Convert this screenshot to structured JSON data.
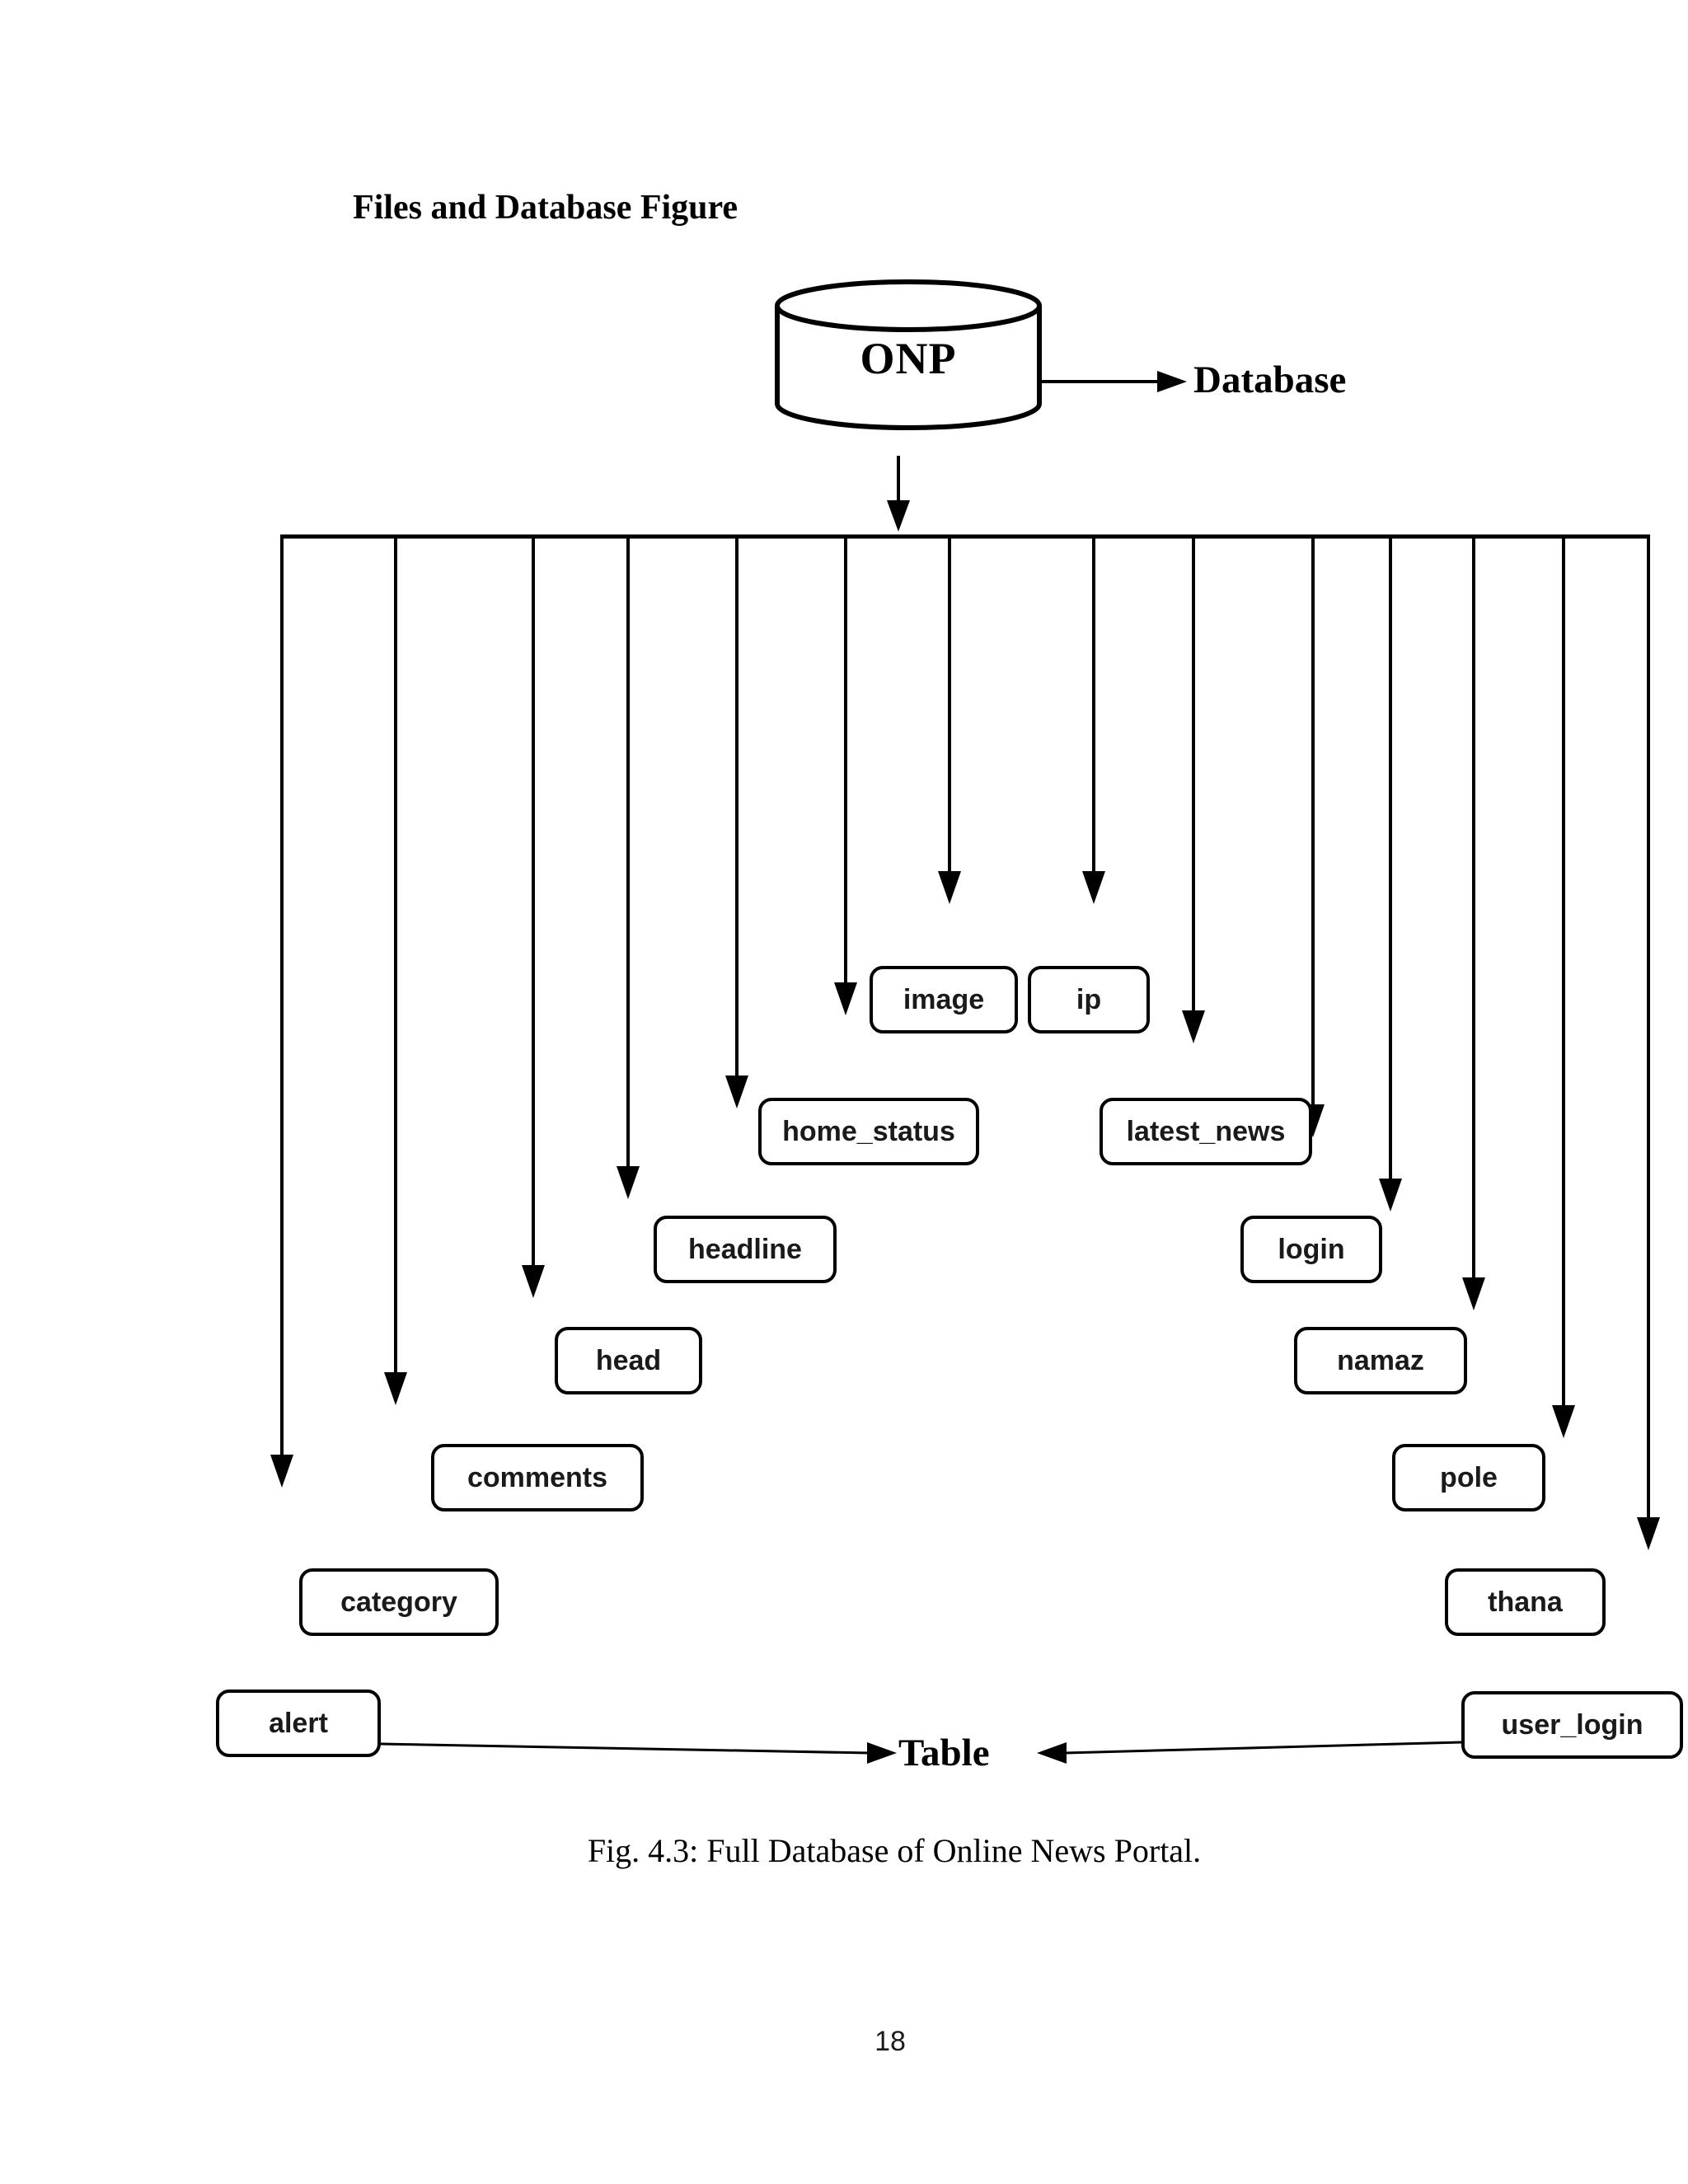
{
  "page": {
    "heading": "Files and Database Figure",
    "caption": "Fig. 4.3: Full Database of Online News Portal.",
    "page_number": "18"
  },
  "diagram": {
    "root_label": "ONP",
    "database_label": "Database",
    "table_label": "Table",
    "tables": {
      "image": "image",
      "ip": "ip",
      "home_status": "home_status",
      "latest_news": "latest_news",
      "headline": "headline",
      "login": "login",
      "head": "head",
      "namaz": "namaz",
      "comments": "comments",
      "pole": "pole",
      "category": "category",
      "thana": "thana",
      "alert": "alert",
      "user_login": "user_login"
    }
  },
  "colors": {
    "ink": "#000000",
    "background": "#ffffff"
  }
}
